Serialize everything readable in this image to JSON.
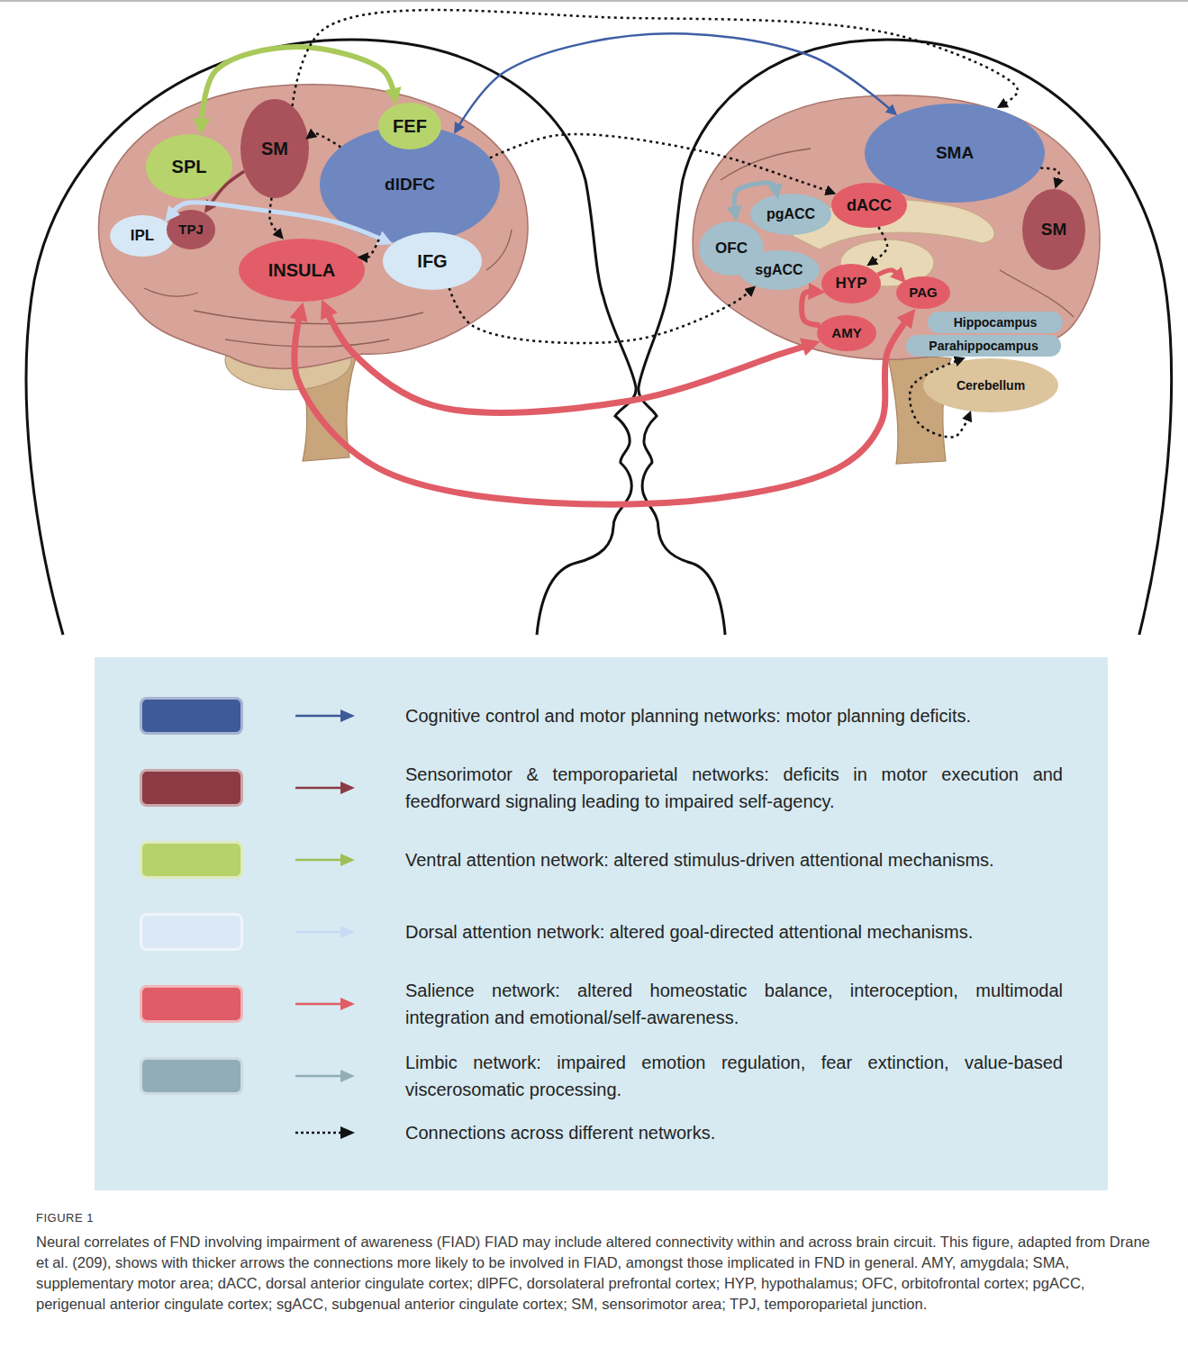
{
  "diagram": {
    "caption": "Neural correlates of FND involving impairment of awareness (FIAD) FIAD may include altered connectivity within and across brain circuit. This figure, adapted from Drane et al. (209), shows with thicker arrows the connections more likely to be involved in FIAD, amongst those implicated in FND in general. AMY, amygdala; SMA, supplementary motor area; dACC, dorsal anterior cingulate cortex; dlPFC, dorsolateral prefrontal cortex; HYP, hypothalamus; OFC, orbitofrontal cortex; pgACC, perigenual anterior cingulate cortex; sgACC, subgenual anterior cingulate cortex; SM, sensorimotor area; TPJ, temporoparietal junction.",
    "nodes": [
      {
        "text": [
          "SPL"
        ]
      },
      {
        "text": [
          "SM"
        ]
      },
      {
        "text": [
          "dlDFC"
        ]
      },
      {
        "text": [
          "FEF"
        ]
      },
      {
        "text": [
          "IPL"
        ]
      },
      {
        "text": [
          "TPJ"
        ]
      },
      {
        "text": [
          "INSULA"
        ]
      },
      {
        "text": [
          "IFG"
        ]
      },
      {
        "text": [
          "SMA"
        ]
      },
      {
        "text": [
          "dACC"
        ]
      },
      {
        "text": [
          "SM"
        ]
      },
      {
        "text": [
          "OFC"
        ]
      },
      {
        "text": [
          "pgACC"
        ]
      },
      {
        "text": [
          "sgACC"
        ]
      },
      {
        "text": [
          "HYP"
        ]
      },
      {
        "text": [
          "PAG"
        ]
      },
      {
        "text": [
          "AMY"
        ]
      },
      {
        "text": [
          "Hippocampus"
        ]
      },
      {
        "text": [
          "Parahippocampus"
        ]
      },
      {
        "text": [
          "Cerebellum"
        ]
      }
    ],
    "edges": [
      {
        "from": 0,
        "to": 3,
        "arrow": "both"
      },
      {
        "from": 2,
        "to": 8,
        "arrow": "both"
      },
      {
        "from": 1,
        "to": 5,
        "arrow": "to"
      },
      {
        "from": 4,
        "to": 7,
        "arrow": "both"
      },
      {
        "from": 6,
        "to": 16,
        "arrow": "both"
      },
      {
        "from": 6,
        "to": 15,
        "arrow": "both"
      },
      {
        "from": 16,
        "to": 14,
        "arrow": "to"
      },
      {
        "from": 14,
        "to": 15,
        "arrow": "to"
      },
      {
        "from": 11,
        "to": 12,
        "arrow": "both"
      },
      {
        "from": 1,
        "to": 8,
        "arrow": "to"
      },
      {
        "from": 2,
        "to": 1,
        "arrow": "to"
      },
      {
        "from": 1,
        "to": 6,
        "arrow": "to"
      },
      {
        "from": 2,
        "to": 6,
        "arrow": "to"
      },
      {
        "from": 2,
        "to": 9,
        "arrow": "to"
      },
      {
        "from": 7,
        "to": 13,
        "arrow": "to"
      },
      {
        "from": 8,
        "to": 10,
        "arrow": "to"
      },
      {
        "from": 9,
        "to": 14,
        "arrow": "to"
      },
      {
        "from": 19,
        "to": 18,
        "arrow": "both"
      }
    ],
    "labels": [
      "FIGURE 1"
    ],
    "legend": [
      {
        "text": "Cognitive control and motor planning networks: motor planning deficits.",
        "color": "#3d5a99"
      },
      {
        "text": "Sensorimotor & temporoparietal networks: deficits in motor execution and feedforward signaling leading to impaired self-agency.",
        "color": "#8c3b44"
      },
      {
        "text": "Ventral attention network: altered stimulus-driven attentional mechanisms.",
        "color": "#b6d26b"
      },
      {
        "text": "Dorsal attention network: altered goal-directed attentional mechanisms.",
        "color": "#dbe8f6"
      },
      {
        "text": "Salience network: altered homeostatic balance, interoception, multimodal integration and emotional/self-awareness.",
        "color": "#e05c66"
      },
      {
        "text": "Limbic network: impaired emotion regulation, fear extinction, value-based viscerosomatic processing.",
        "color": "#93adb8"
      },
      {
        "text": "Connections across different networks."
      }
    ]
  }
}
